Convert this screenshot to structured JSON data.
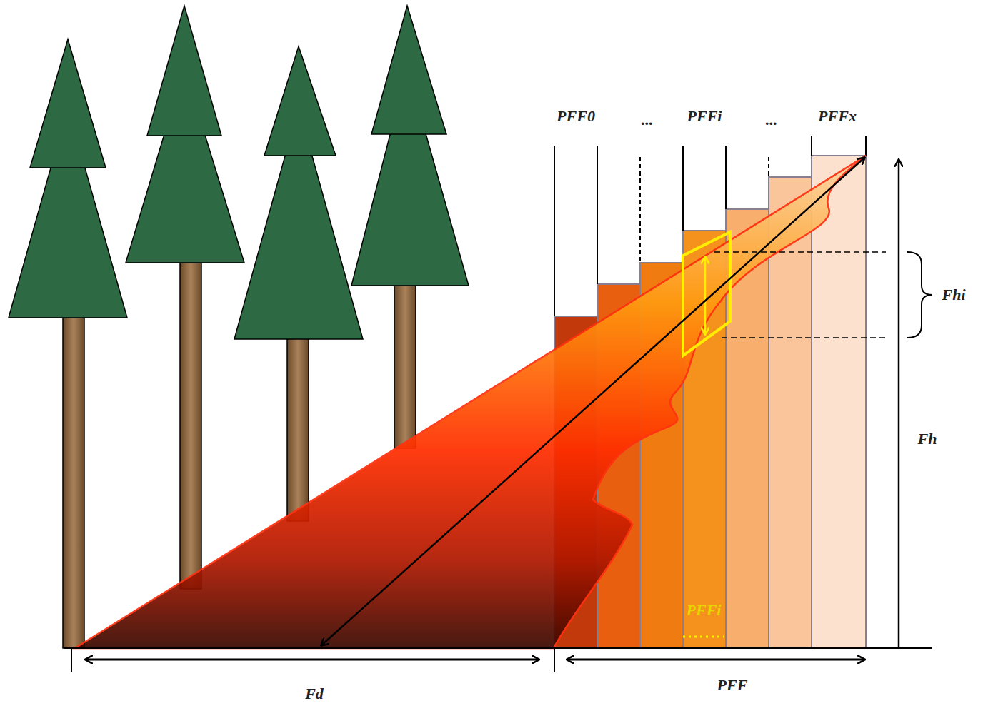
{
  "diagram": {
    "labels": [
      "PFF0",
      "...",
      "PFFi",
      "...",
      "PFFx",
      "Fhi",
      "Fh",
      "PFFi",
      "Fd",
      "PFF"
    ]
  }
}
